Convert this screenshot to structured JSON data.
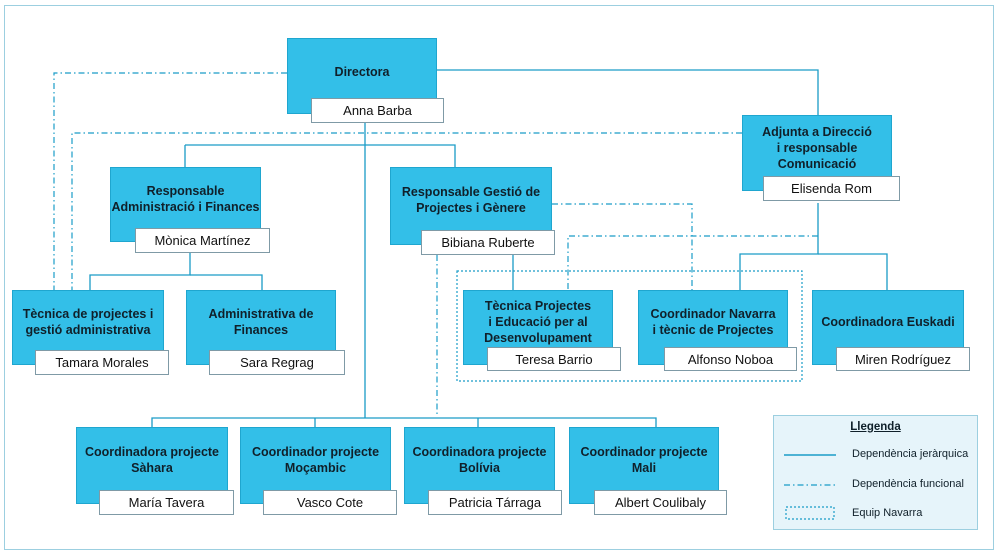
{
  "nodes": {
    "directora": {
      "role": "Directora",
      "name": "Anna Barba"
    },
    "adjunta": {
      "role": "Adjunta a Direcció\ni responsable\nComunicació",
      "name": "Elisenda Rom"
    },
    "admin_finances": {
      "role": "Responsable\nAdministració i Finances",
      "name": "Mònica Martínez"
    },
    "gestio_projectes": {
      "role": "Responsable Gestió de\nProjectes i Gènere",
      "name": "Bibiana Ruberte"
    },
    "tecnica_projectes": {
      "role": "Tècnica de projectes i\ngestió administrativa",
      "name": "Tamara Morales"
    },
    "administrativa": {
      "role": "Administrativa de\nFinances",
      "name": "Sara Regrag"
    },
    "tecnica_educacio": {
      "role": "Tècnica Projectes\ni Educació per al\nDesenvolupament",
      "name": "Teresa Barrio"
    },
    "coord_navarra": {
      "role": "Coordinador Navarra\ni tècnic de Projectes",
      "name": "Alfonso Noboa"
    },
    "coord_euskadi": {
      "role": "Coordinadora Euskadi",
      "name": "Miren Rodríguez"
    },
    "coord_sahara": {
      "role": "Coordinadora projecte\nSàhara",
      "name": "María Tavera"
    },
    "coord_mocambic": {
      "role": "Coordinador projecte\nMoçambic",
      "name": "Vasco Cote"
    },
    "coord_bolivia": {
      "role": "Coordinadora projecte\nBolívia",
      "name": "Patricia Tárraga"
    },
    "coord_mali": {
      "role": "Coordinador projecte\nMali",
      "name": "Albert Coulibaly"
    }
  },
  "legend": {
    "title": "Llegenda",
    "items": [
      {
        "label": "Dependència jeràrquica",
        "style": "solid"
      },
      {
        "label": "Dependència funcional",
        "style": "dash-dot"
      },
      {
        "label": "Equip Navarra",
        "style": "dotted-box"
      }
    ]
  },
  "colors": {
    "box_fill": "#33bfe8",
    "line": "#1a9cc7",
    "legend_bg": "#e6f4fa"
  }
}
